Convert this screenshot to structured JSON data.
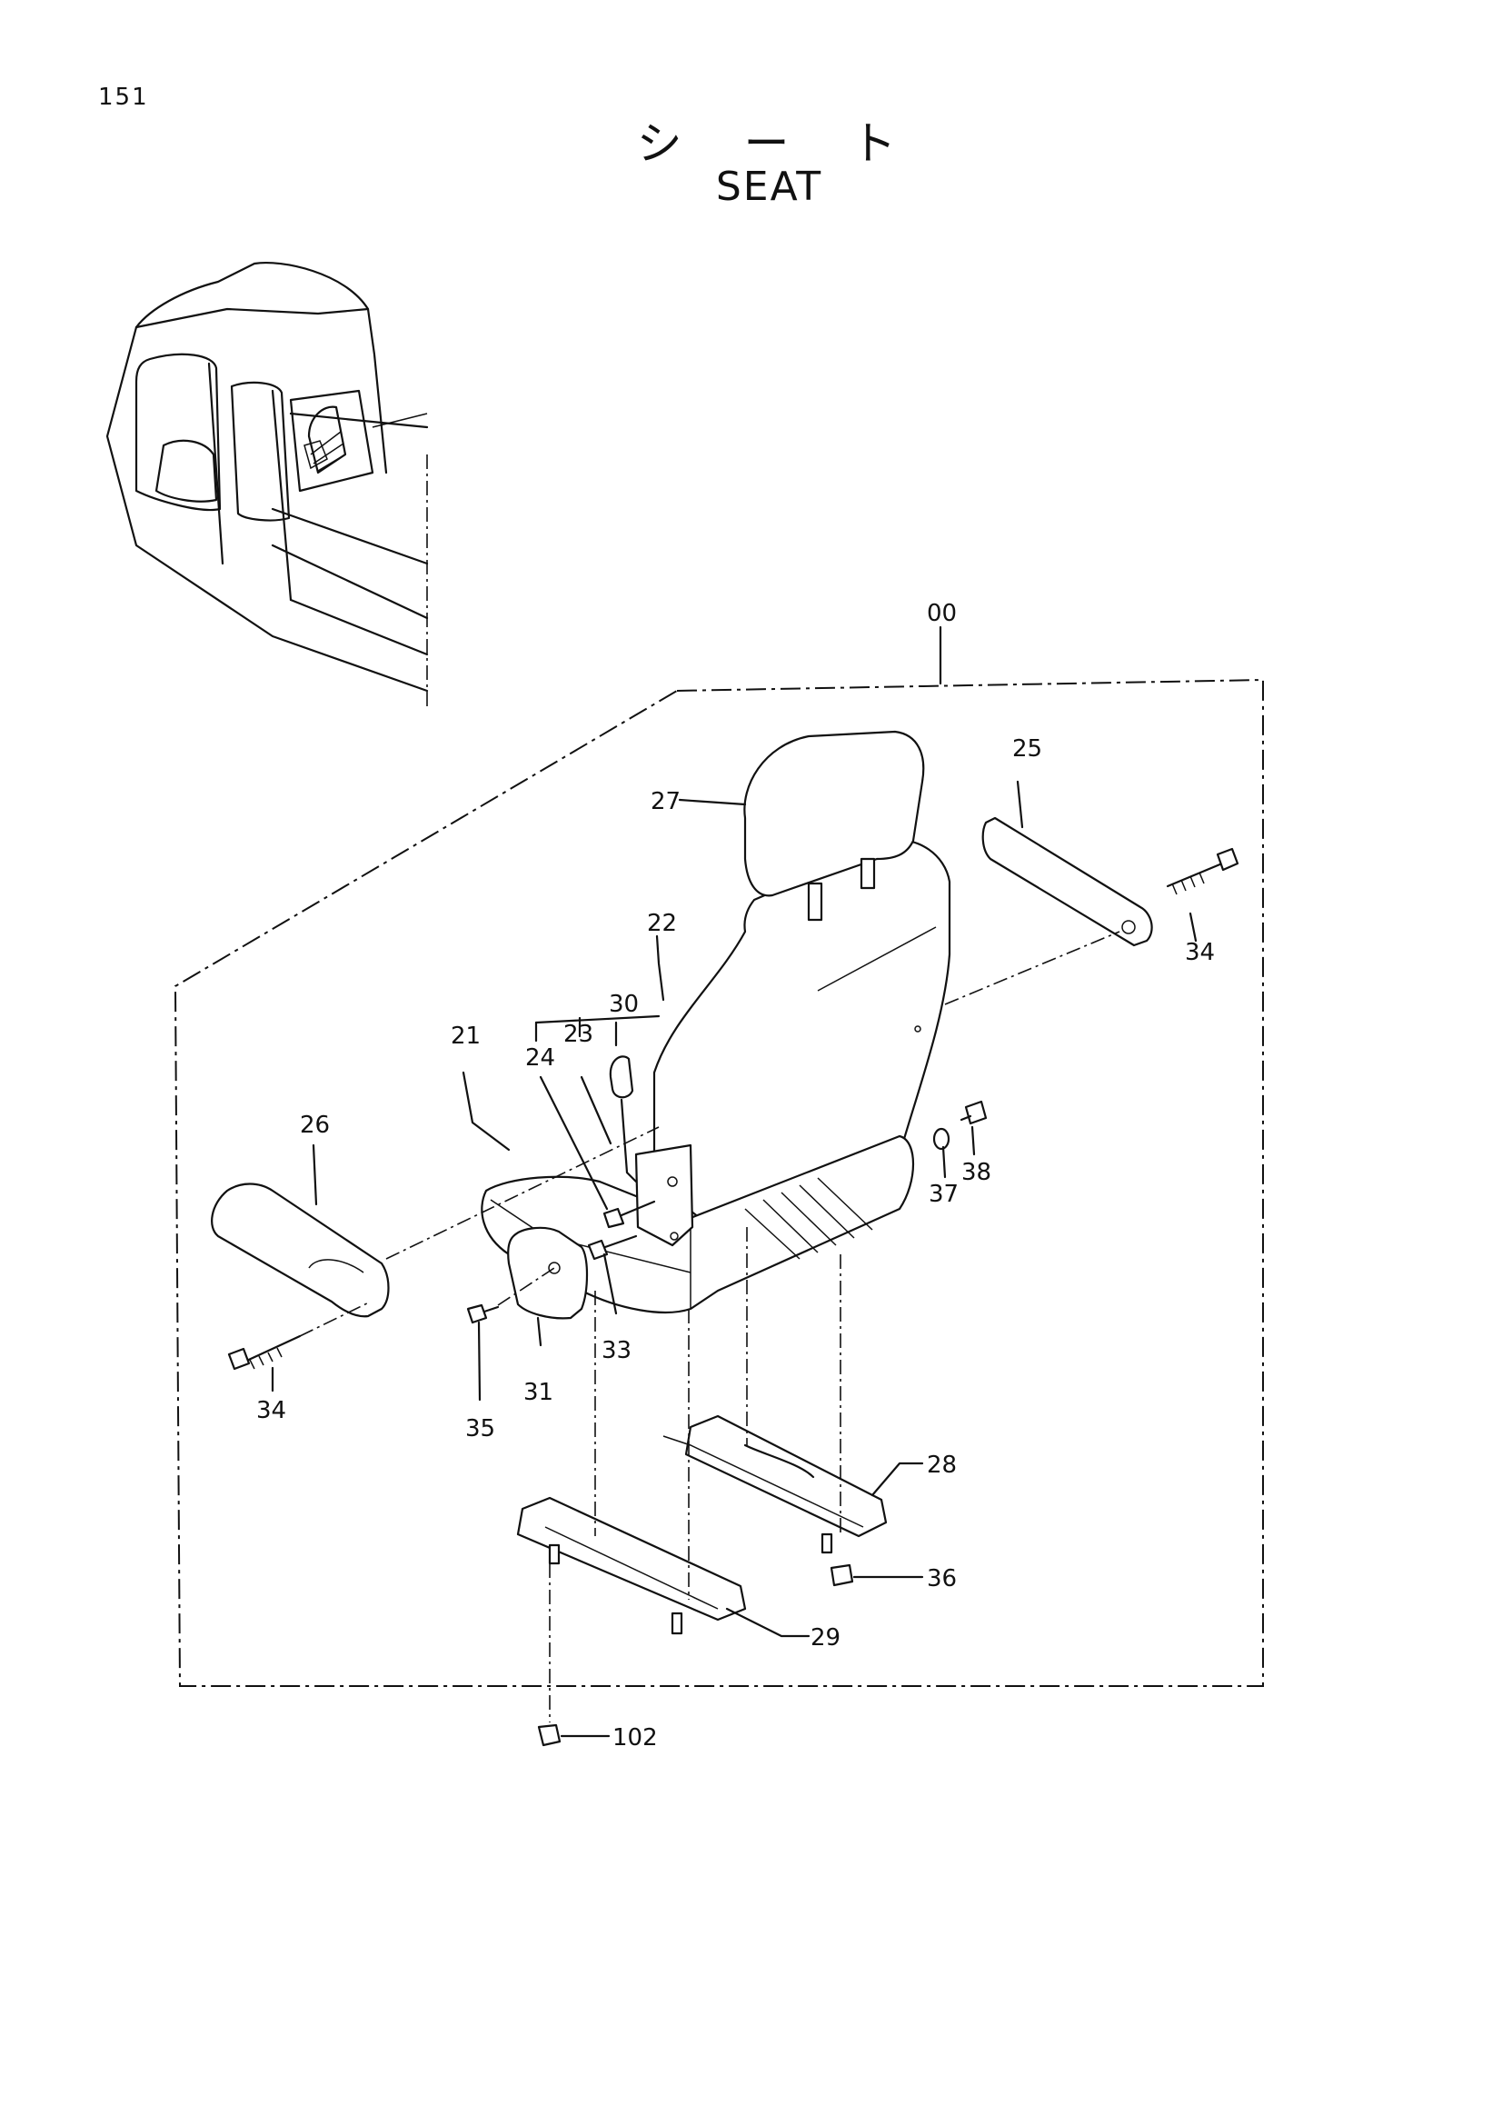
{
  "page": {
    "number": "151",
    "title_jp": "シ ー ト",
    "title_en": "SEAT"
  },
  "callouts": {
    "c00": "00",
    "c21": "21",
    "c22": "22",
    "c23": "23",
    "c24": "24",
    "c25": "25",
    "c26": "26",
    "c27": "27",
    "c28": "28",
    "c29": "29",
    "c30": "30",
    "c31": "31",
    "c33": "33",
    "c34a": "34",
    "c34b": "34",
    "c35": "35",
    "c36": "36",
    "c37": "37",
    "c38": "38",
    "c102": "102"
  }
}
